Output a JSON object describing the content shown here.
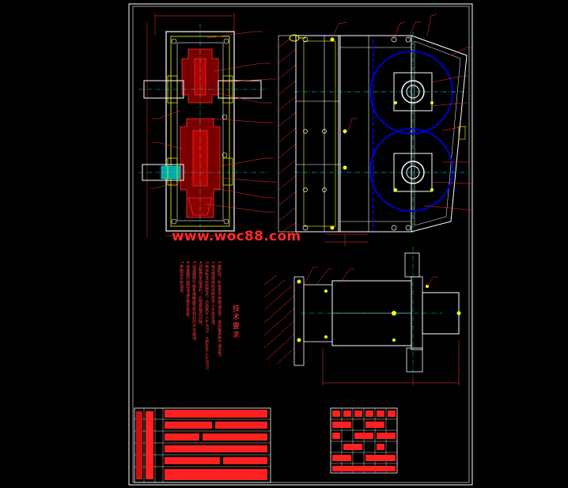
{
  "watermark": "www.woc88.com",
  "colors": {
    "background": "#000000",
    "frame": "#ffffff",
    "outline": "#ffff00",
    "section": "#ff0000",
    "centerline": "#00ffff",
    "pitch_circle": "#0000cc",
    "dimension": "#ff3030"
  },
  "technical_notes": {
    "title": "技术要求",
    "items": [
      "1.装配前，所有零件用煤油清洗，滚动轴承用汽油清洗。",
      "2.啮合侧隙用铅丝检验不小于规定值。",
      "3.用涂色法检验斑点，沿齿高不小于40%，沿齿长不小于50%。",
      "4.调整固定轴承时，应留有轴向间隙。",
      "5.减速器剖分面各接触面及密封处均不许漏油。",
      "6.减速器内装润滑油至规定高度。",
      "7.表面涂灰色油漆。"
    ]
  }
}
